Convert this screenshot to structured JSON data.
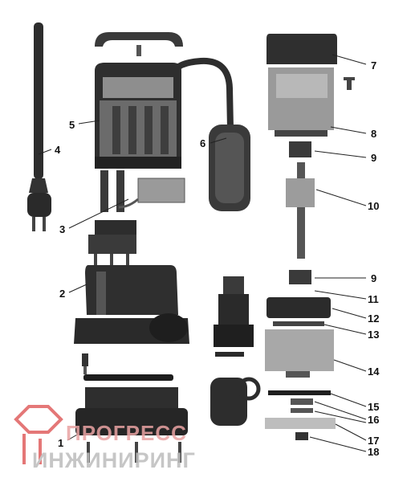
{
  "diagram": {
    "type": "exploded-parts-drawing",
    "callouts": [
      "1",
      "2",
      "3",
      "4",
      "5",
      "6",
      "7",
      "8",
      "9",
      "10",
      "9",
      "11",
      "12",
      "13",
      "14",
      "15",
      "16",
      "17",
      "18"
    ]
  },
  "watermark": {
    "line1": "ПРОГРЕСС",
    "line2": "ИНЖИНИРИНГ",
    "color_red": "#e06060",
    "color_gray": "#bdbdbd"
  }
}
